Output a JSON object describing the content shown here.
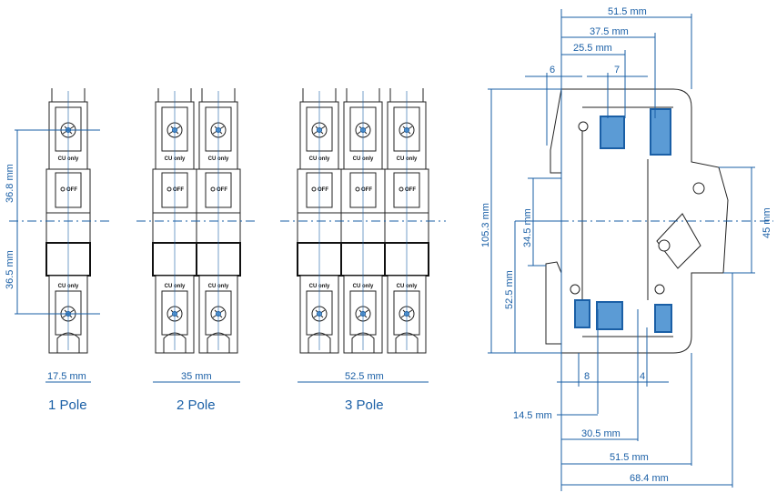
{
  "front_views": {
    "height_top": "36.8 mm",
    "height_bottom": "36.5 mm",
    "terminal_label": "CU only",
    "switch_label": "OFF",
    "poles": [
      {
        "caption": "1 Pole",
        "width": "17.5 mm",
        "count": 1
      },
      {
        "caption": "2 Pole",
        "width": "35 mm",
        "count": 2
      },
      {
        "caption": "3 Pole",
        "width": "52.5 mm",
        "count": 3
      }
    ]
  },
  "side_view": {
    "top_dims": {
      "d1": "51.5 mm",
      "d2": "37.5 mm",
      "d3": "25.5 mm",
      "d4": "6",
      "d5": "7"
    },
    "left_dims": {
      "height": "105.3 mm",
      "d1": "34.5 mm",
      "d2": "52.5 mm"
    },
    "right_dims": {
      "d1": "45 mm"
    },
    "bottom_dims": {
      "d1": "8",
      "d2": "4",
      "d3": "14.5 mm",
      "d4": "30.5 mm",
      "d5": "51.5 mm",
      "d6": "68.4 mm"
    }
  },
  "colors": {
    "dimension": "#1a5fa6",
    "outline": "#222222",
    "section": "#5b9bd5"
  }
}
